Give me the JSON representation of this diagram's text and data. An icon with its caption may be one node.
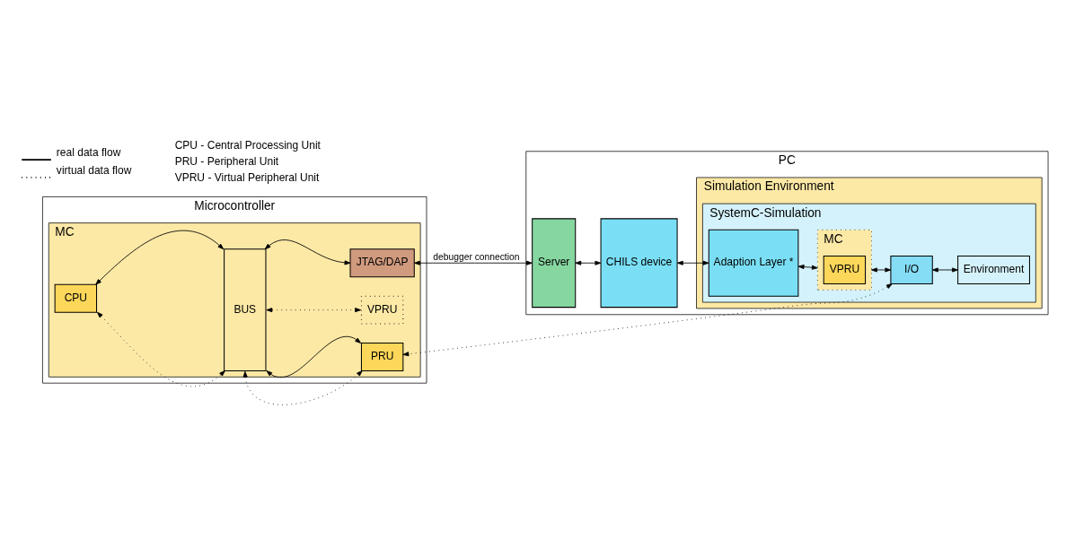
{
  "diagram": {
    "nodes": [
      {
        "text": [
          "Microcontroller"
        ]
      },
      {
        "text": [
          "MC"
        ],
        "in": 0
      },
      {
        "text": [
          "BUS"
        ],
        "in": 1
      },
      {
        "text": [
          "JTAG/DAP"
        ],
        "in": 1
      },
      {
        "text": [
          "CPU"
        ],
        "in": 1
      },
      {
        "text": [
          "VPRU"
        ],
        "in": 1
      },
      {
        "text": [
          "PRU"
        ],
        "in": 1
      },
      {
        "text": [
          "PC"
        ]
      },
      {
        "text": [
          "Server"
        ],
        "in": 7
      },
      {
        "text": [
          "CHILS device"
        ],
        "in": 7
      },
      {
        "text": [
          "Simulation Environment"
        ],
        "in": 7
      },
      {
        "text": [
          "SystemC-Simulation"
        ],
        "in": 10
      },
      {
        "text": [
          "Adaption Layer *"
        ],
        "in": 11
      },
      {
        "text": [
          "MC"
        ],
        "in": 11
      },
      {
        "text": [
          "VPRU"
        ],
        "in": 13
      },
      {
        "text": [
          "I/O"
        ],
        "in": 11
      },
      {
        "text": [
          "Environment"
        ],
        "in": 11
      }
    ],
    "edges": [
      {
        "from": 4,
        "to": 2,
        "arrow": "both"
      },
      {
        "from": 4,
        "to": 2,
        "arrow": "both",
        "style": "dashed"
      },
      {
        "from": 2,
        "to": 3,
        "arrow": "both"
      },
      {
        "from": 2,
        "to": 5,
        "arrow": "both",
        "style": "dashed"
      },
      {
        "from": 2,
        "to": 6,
        "arrow": "both"
      },
      {
        "from": 2,
        "to": 6,
        "arrow": "both",
        "style": "dashed"
      },
      {
        "from": 3,
        "to": 8,
        "arrow": "both",
        "label": "debugger connection"
      },
      {
        "from": 8,
        "to": 9,
        "arrow": "both"
      },
      {
        "from": 9,
        "to": 12,
        "arrow": "both"
      },
      {
        "from": 12,
        "to": 13,
        "arrow": "both"
      },
      {
        "from": 13,
        "to": 15,
        "arrow": "both"
      },
      {
        "from": 15,
        "to": 16,
        "arrow": "both"
      },
      {
        "from": 15,
        "to": 6,
        "arrow": "both",
        "style": "dashed"
      }
    ],
    "labels": [
      "CPU - Central Processing Unit",
      "PRU - Peripheral Unit",
      "VPRU - Virtual Peripheral Unit"
    ],
    "legend": [
      {
        "text": "real data flow"
      },
      {
        "text": "virtual data flow"
      }
    ]
  }
}
